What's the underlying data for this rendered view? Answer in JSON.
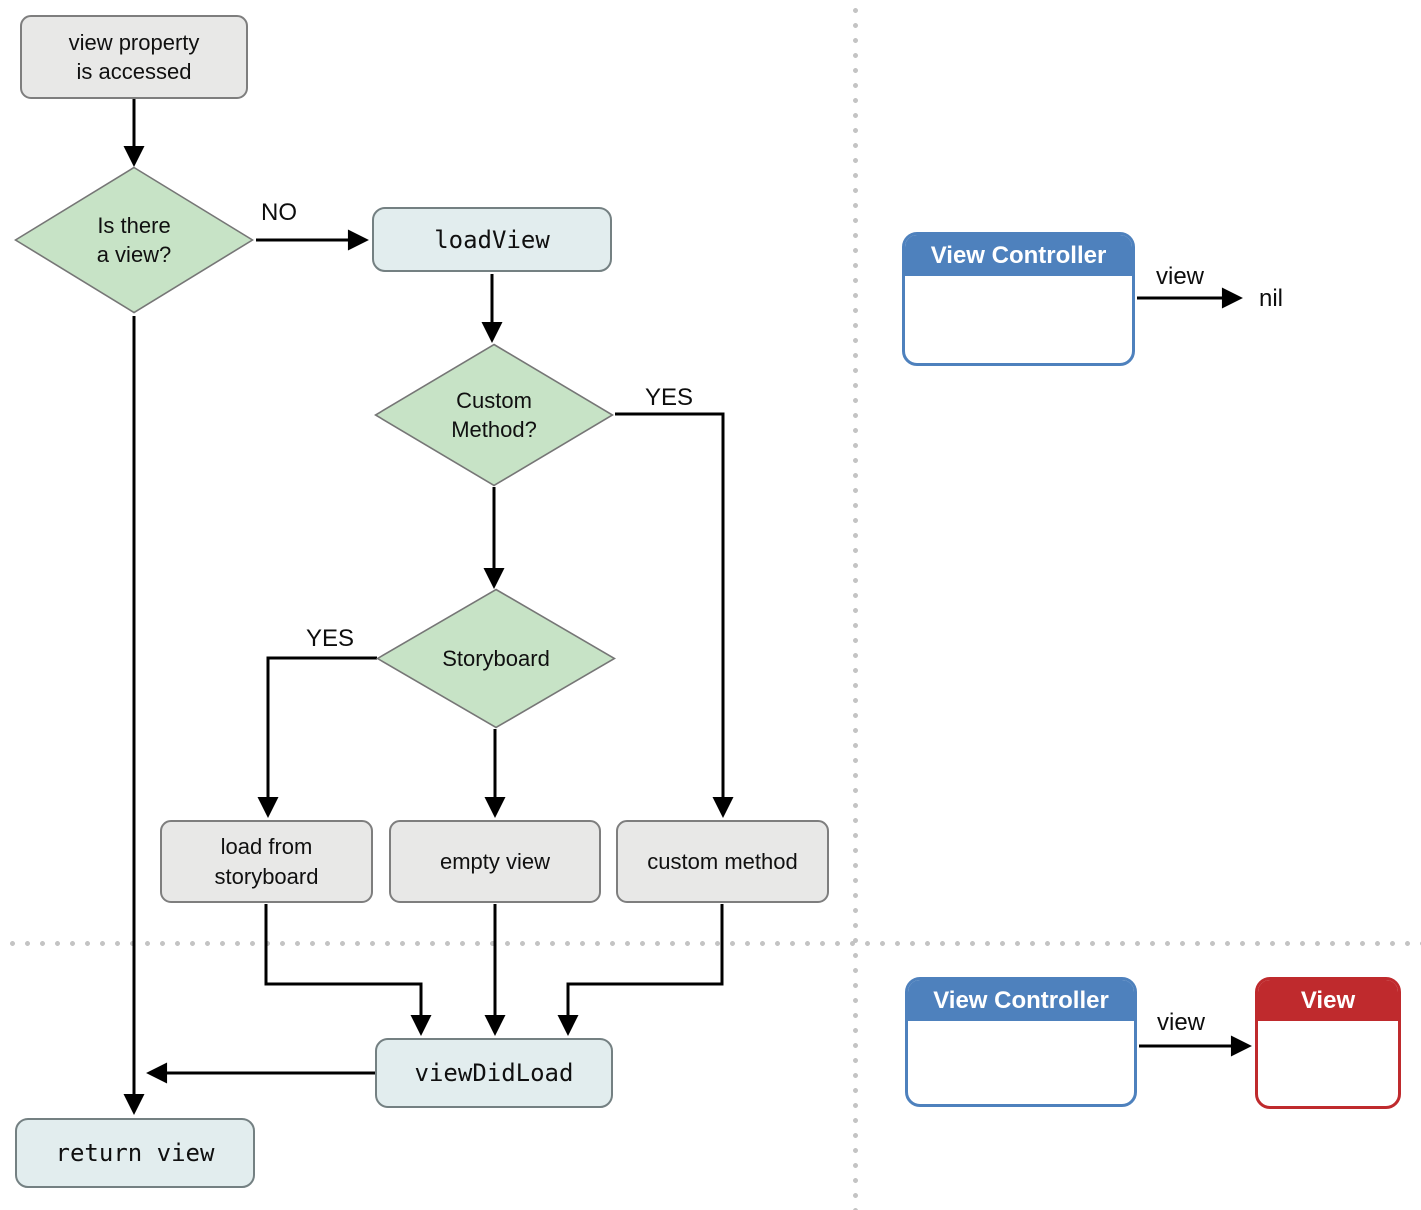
{
  "diagram": {
    "nodes": {
      "start": {
        "label": "view property\nis accessed"
      },
      "is_there_a_view": {
        "label": "Is there\na view?"
      },
      "load_view": {
        "label": "loadView"
      },
      "custom_method_q": {
        "label": "Custom\nMethod?"
      },
      "storyboard_q": {
        "label": "Storyboard"
      },
      "load_from_storyboard": {
        "label": "load from\nstoryboard"
      },
      "empty_view": {
        "label": "empty view"
      },
      "custom_method": {
        "label": "custom method"
      },
      "view_did_load": {
        "label": "viewDidLoad"
      },
      "return_view": {
        "label": "return view"
      }
    },
    "edge_labels": {
      "no": "NO",
      "yes_custom": "YES",
      "yes_storyboard": "YES"
    },
    "objects": {
      "controller_nil": {
        "title": "View Controller",
        "arrow_label": "view",
        "value": "nil"
      },
      "controller_view": {
        "title": "View Controller",
        "arrow_label": "view",
        "view_title": "View"
      }
    },
    "colors": {
      "decision_fill": "#c7e3c6",
      "process_fill": "#e8e8e7",
      "terminal_fill": "#e2edee",
      "shape_border": "#7e7e7e",
      "controller_blue": "#4e81bd",
      "view_red": "#bf2a2d",
      "divider_dots": "#c4c4c4",
      "line_black": "#000000"
    }
  }
}
